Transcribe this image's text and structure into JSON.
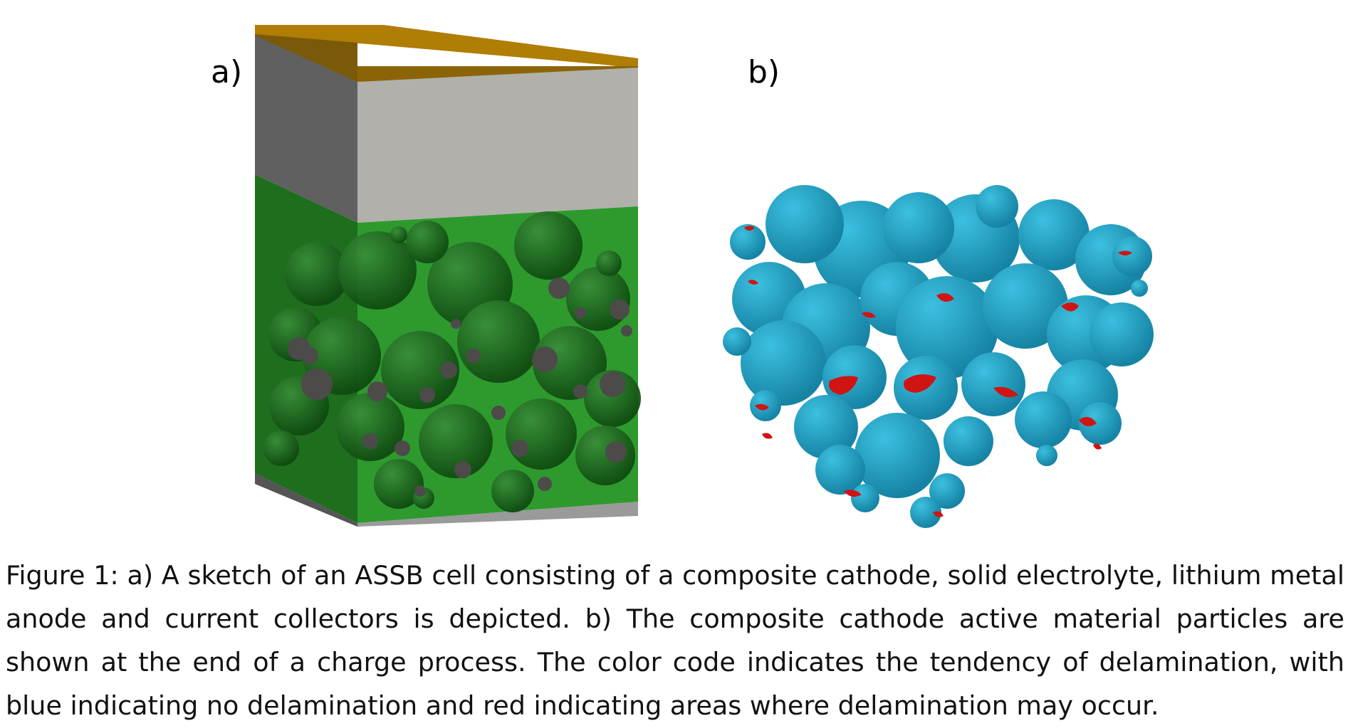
{
  "figure": {
    "panel_a_label": "a)",
    "panel_b_label": "b)",
    "caption": "Figure 1: a) A sketch of an ASSB cell consisting of a composite cathode, solid electrolyte, lithium metal anode and current collectors is depicted. b) The composite cathode active material particles are shown at the end of a charge process. The color code indicates the tendency of delamination, with blue indicating no delamination and red indicating areas where delamination may occur."
  },
  "colors": {
    "copper_collector": "#b07d05",
    "lithium_metal": "#b1b0ab",
    "electrolyte_green": "#2e9a2e",
    "particle_green": "#1c6a1c",
    "particle_core": "#4d4a4a",
    "al_collector": "#8c8c8c",
    "particle_blue": "#20a6c9",
    "delamination_red": "#d01414"
  }
}
